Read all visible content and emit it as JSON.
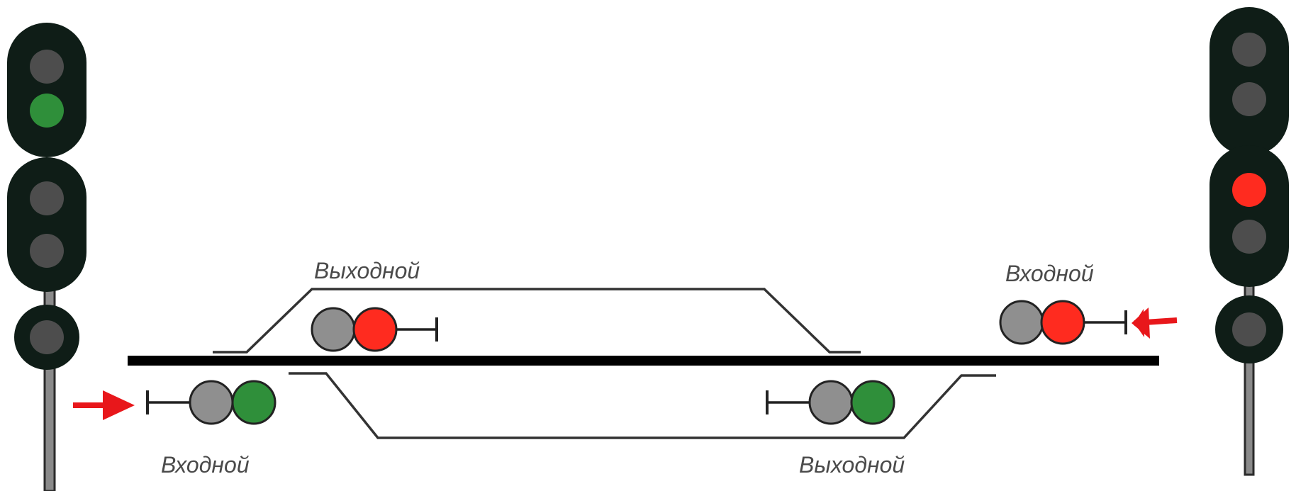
{
  "labels": {
    "exit_top": "Выходной",
    "entry_right": "Входной",
    "entry_left": "Входной",
    "exit_bottom": "Выходной"
  },
  "colors": {
    "mast_body": "#0f1d17",
    "lamp_off": "#4d4d4d",
    "lamp_green": "#2f8f3a",
    "lamp_red": "#ff2b1f",
    "track": "#000000",
    "siding": "#333333",
    "arrow": "#e8171b",
    "pictogram_gray": "#8f8f8f"
  },
  "left_mast": {
    "upper_head": [
      "off",
      "green"
    ],
    "middle_head": [
      "off",
      "off"
    ],
    "lower_head": [
      "off"
    ]
  },
  "right_mast": {
    "upper_head": [
      "off",
      "off"
    ],
    "middle_head": [
      "red",
      "off"
    ],
    "lower_head": [
      "off"
    ]
  },
  "icons": {
    "exit_top_signal": [
      "gray",
      "red"
    ],
    "entry_right_signal": [
      "gray",
      "red"
    ],
    "entry_left_signal": [
      "gray",
      "green"
    ],
    "exit_bottom_signal": [
      "gray",
      "green"
    ]
  }
}
